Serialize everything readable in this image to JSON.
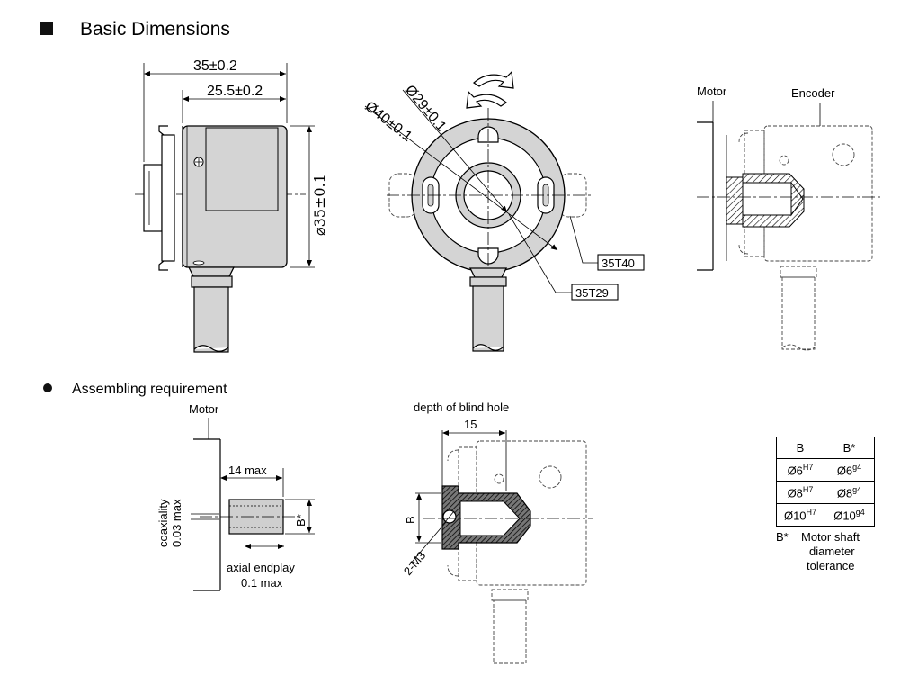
{
  "page": {
    "section_title": "Basic Dimensions",
    "sub_title": "Assembling requirement"
  },
  "side_view": {
    "dim_overall": "35±0.2",
    "dim_body": "25.5±0.2",
    "dim_diameter": "⌀35±0.1"
  },
  "front_view": {
    "dim_outer": "Ø40±0.1",
    "dim_inner": "Ø29±0.1",
    "tag_1": "35T40",
    "tag_2": "35T29"
  },
  "mount_view": {
    "label_motor": "Motor",
    "label_encoder": "Encoder"
  },
  "assembly_left": {
    "label_motor": "Motor",
    "dim_length": "14 max",
    "coax_line1": "coaxiality",
    "coax_line2": "0.03 max",
    "shaft_label": "B*",
    "endplay_line1": "axial endplay",
    "endplay_line2": "0.1 max"
  },
  "assembly_mid": {
    "label_depth": "depth of blind hole",
    "dim_depth": "15",
    "label_b": "B",
    "label_screw": "2-M3"
  },
  "tolerance_table": {
    "headers": [
      "B",
      "B*"
    ],
    "rows": [
      {
        "b": "Ø6",
        "b_sup": "H7",
        "bs": "Ø6",
        "bs_sup": "g4"
      },
      {
        "b": "Ø8",
        "b_sup": "H7",
        "bs": "Ø8",
        "bs_sup": "g4"
      },
      {
        "b": "Ø10",
        "b_sup": "H7",
        "bs": "Ø10",
        "bs_sup": "g4"
      }
    ],
    "note_key": "B*",
    "note_line1": "Motor shaft",
    "note_line2": "diameter",
    "note_line3": "tolerance"
  }
}
